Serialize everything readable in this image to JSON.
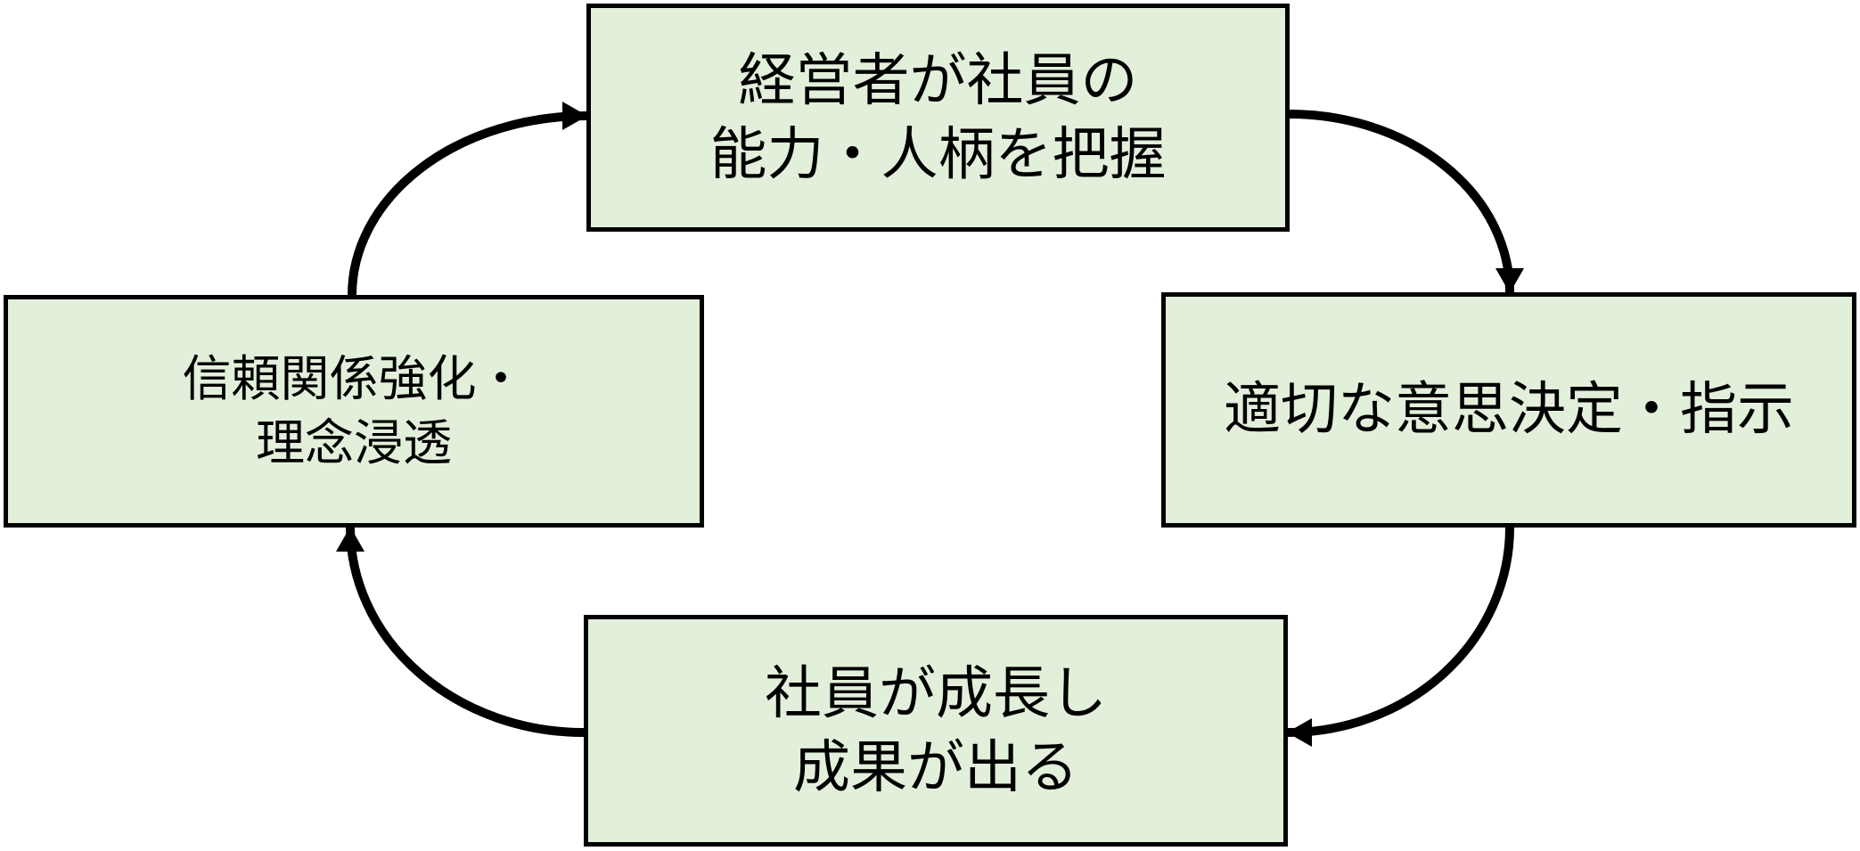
{
  "diagram": {
    "type": "cycle",
    "direction": "clockwise",
    "colors": {
      "background": "#ffffff",
      "node_fill": "#e2efda",
      "node_border": "#000000",
      "arrow": "#000000",
      "text": "#000000"
    },
    "nodes": [
      {
        "id": "top",
        "lines": [
          "経営者が社員の",
          "能力・人柄を把握"
        ]
      },
      {
        "id": "right",
        "lines": [
          "適切な意思決定・指示"
        ]
      },
      {
        "id": "bottom",
        "lines": [
          "社員が成長し",
          "成果が出る"
        ]
      },
      {
        "id": "left",
        "lines": [
          "信頼関係強化・",
          "理念浸透"
        ]
      }
    ],
    "edges": [
      {
        "from": "top",
        "to": "right"
      },
      {
        "from": "right",
        "to": "bottom"
      },
      {
        "from": "bottom",
        "to": "left"
      },
      {
        "from": "left",
        "to": "top"
      }
    ]
  }
}
